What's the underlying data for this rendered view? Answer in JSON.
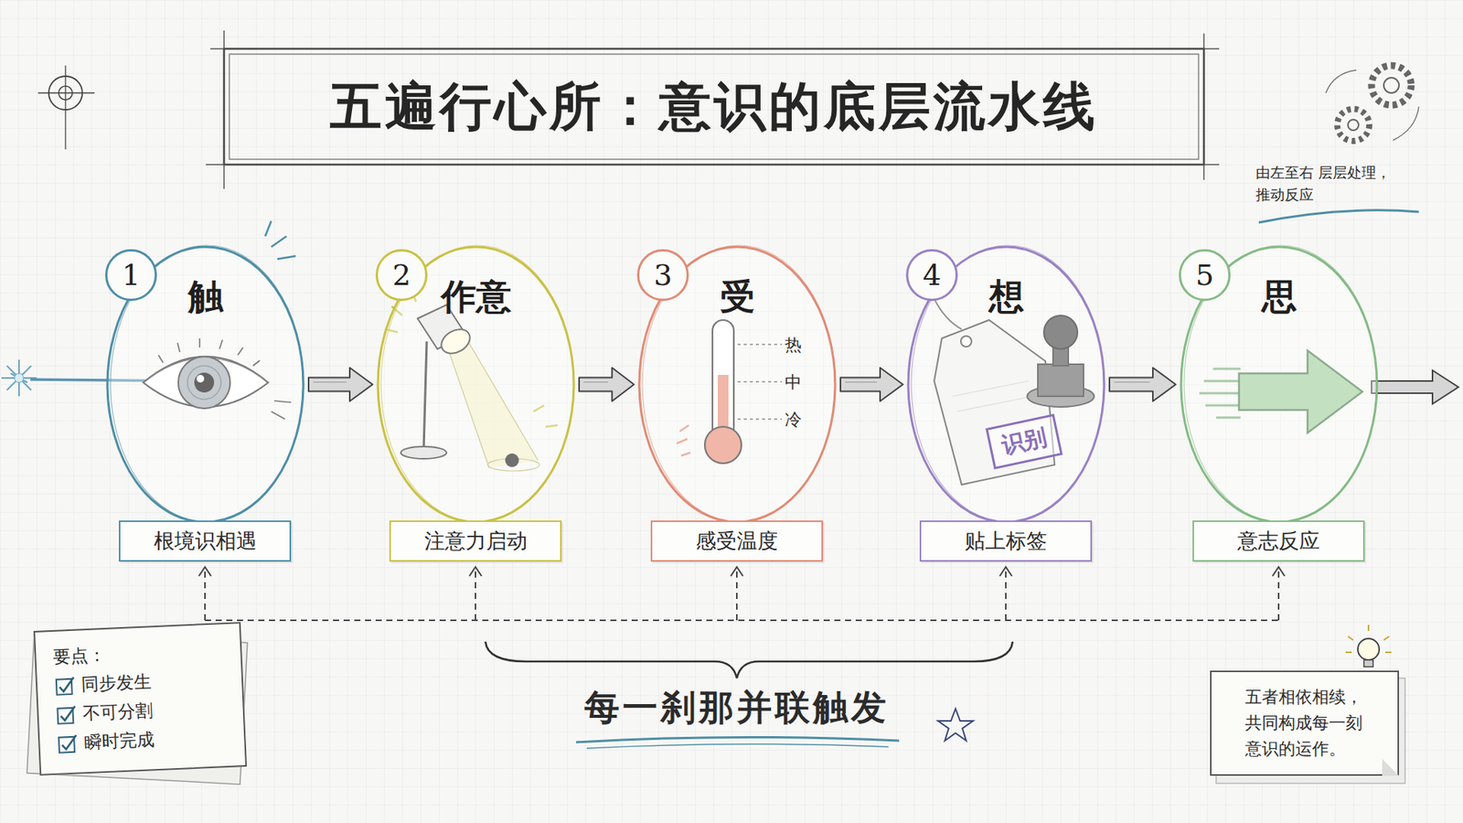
{
  "diagram": {
    "title": "五遍行心所：意识的底层流水线",
    "nodes": [
      {
        "text": [
          "1",
          "触"
        ]
      },
      {
        "text": [
          "2",
          "作意"
        ]
      },
      {
        "text": [
          "3",
          "受"
        ]
      },
      {
        "text": [
          "4",
          "想"
        ]
      },
      {
        "text": [
          "5",
          "思"
        ]
      },
      {
        "text": [
          "根境识相遇"
        ]
      },
      {
        "text": [
          "注意力启动"
        ]
      },
      {
        "text": [
          "感受温度"
        ]
      },
      {
        "text": [
          "贴上标签"
        ]
      },
      {
        "text": [
          "意志反应"
        ]
      },
      {
        "text": [
          "要点：",
          "同步发生",
          "不可分割",
          "瞬时完成"
        ]
      },
      {
        "text": [
          "五者相依相续，共同构成每一刻意识的运作。"
        ]
      }
    ],
    "edges": [
      {
        "from": 0,
        "to": 1,
        "arrow": "to"
      },
      {
        "from": 1,
        "to": 2,
        "arrow": "to"
      },
      {
        "from": 2,
        "to": 3,
        "arrow": "to"
      },
      {
        "from": 3,
        "to": 4,
        "arrow": "to"
      }
    ],
    "labels": [
      "由左至右 层层处理，推动反应",
      "热",
      "中",
      "冷",
      "识别",
      "每一刹那并联触发"
    ]
  }
}
